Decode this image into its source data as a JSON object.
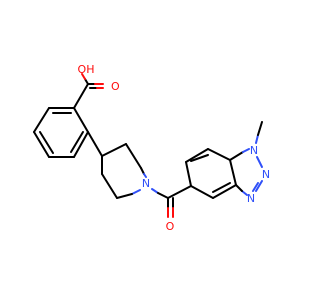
{
  "atom_labels": {
    "oh": "OH",
    "o_acid": "O",
    "o_amide": "O",
    "n_pip": "N",
    "n_methyl": "N",
    "n_mid": "N",
    "n_low": "N"
  },
  "colors": {
    "bond": "#000000",
    "oxygen": "#ff0d0d",
    "nitrogen": "#3050f8",
    "background": "#ffffff"
  }
}
